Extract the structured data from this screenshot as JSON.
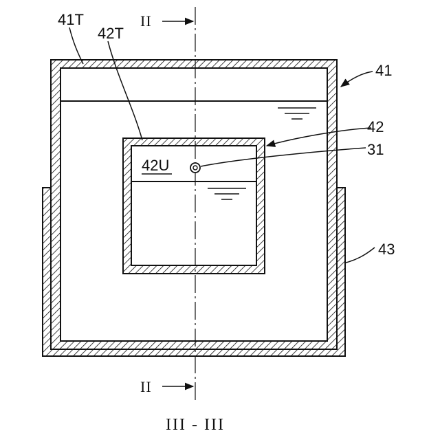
{
  "labels": {
    "outer_top": "41T",
    "inner_top": "42T",
    "outer_container": "41",
    "inner_container": "42",
    "sensor": "31",
    "inner_space": "42U",
    "base": "43"
  },
  "section": {
    "marker_top": "II",
    "marker_bottom": "II",
    "caption": "III - III"
  }
}
